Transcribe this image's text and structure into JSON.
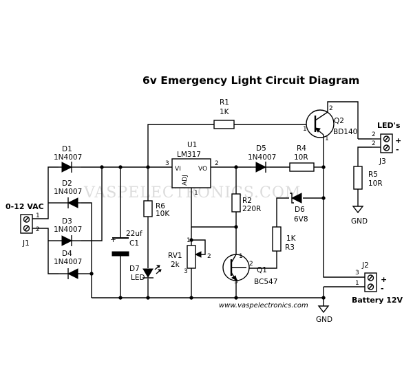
{
  "title": "6v Emergency Light Circuit Diagram",
  "watermark": "VASPELECTRONICS.COM",
  "website": "www.vaspelectronics.com",
  "components": {
    "d1": {
      "ref": "D1",
      "value": "1N4007"
    },
    "d2": {
      "ref": "D2",
      "value": "1N4007"
    },
    "d3": {
      "ref": "D3",
      "value": "1N4007"
    },
    "d4": {
      "ref": "D4",
      "value": "1N4007"
    },
    "d5": {
      "ref": "D5",
      "value": "1N4007"
    },
    "d6": {
      "ref": "D6",
      "value": "6V8"
    },
    "d7": {
      "ref": "D7",
      "value": "LED"
    },
    "r1": {
      "ref": "R1",
      "value": "1K"
    },
    "r2": {
      "ref": "R2",
      "value": "220R"
    },
    "r3": {
      "ref": "R3",
      "value": "1K"
    },
    "r4": {
      "ref": "R4",
      "value": "10R"
    },
    "r5": {
      "ref": "R5",
      "value": "10R"
    },
    "r6": {
      "ref": "R6",
      "value": "10K"
    },
    "c1": {
      "ref": "C1",
      "value": "22uf",
      "plus": "+"
    },
    "rv1": {
      "ref": "RV1",
      "value": "2k"
    },
    "u1": {
      "ref": "U1",
      "value": "LM317",
      "vi": "VI",
      "vo": "VO",
      "adj": "ADJ"
    },
    "q1": {
      "ref": "Q1",
      "value": "BC547"
    },
    "q2": {
      "ref": "Q2",
      "value": "BD140"
    },
    "j1": {
      "ref": "J1",
      "label": "0-12 VAC"
    },
    "j2": {
      "ref": "J2",
      "label": "Battery 12V",
      "plus": "+",
      "minus": "-"
    },
    "j3": {
      "ref": "J3",
      "label": "LED's",
      "plus": "+",
      "minus": "-"
    }
  },
  "gnd_labels": [
    "GND",
    "GND"
  ],
  "pins": [
    "1",
    "2",
    "3",
    "1",
    "2",
    "3",
    "1",
    "2",
    "3",
    "1",
    "2",
    "1",
    "2",
    "1",
    "2"
  ]
}
